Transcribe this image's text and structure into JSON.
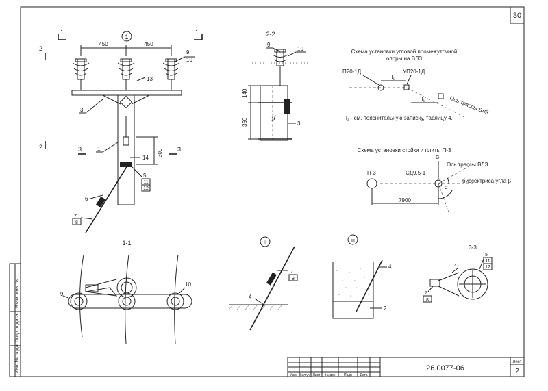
{
  "sheet": {
    "page_number": "30",
    "doc_code": "26.0077-06",
    "sheet_label": "Лист",
    "sheet_number": "2"
  },
  "title_block": {
    "columns": [
      "Изм",
      "Кол.уч",
      "Лист",
      "№ док",
      "Подп",
      "Дата"
    ]
  },
  "side_stamp": [
    "Инв. № подл.",
    "Подп. и дата",
    "Взам. инв. №"
  ],
  "views": {
    "main_mark": "1",
    "section_2_2": "2-2",
    "section_1_1": "1-1",
    "section_3_3": "3-3",
    "detail_2": "II",
    "detail_3": "III"
  },
  "cut_marks": {
    "cut1": "1",
    "cut2": "2",
    "cut3": "3"
  },
  "dimensions": {
    "span_left": "450",
    "span_right": "450",
    "height_300": "300",
    "d140": "140",
    "d360": "360",
    "d7900": "7900"
  },
  "callouts": {
    "c1": "1",
    "c2": "2",
    "c3": "3",
    "c4": "4",
    "c5": "5",
    "c6": "6",
    "c7": "7",
    "c8": "8",
    "c9": "9",
    "c10": "10",
    "c11": "11",
    "c12": "12",
    "c13": "13",
    "c14": "14"
  },
  "schemes": {
    "angle_title_1": "Схема установки угловой промежуточной",
    "angle_title_2": "опоры на ВЛЗ",
    "support_left": "П20-1Д",
    "support_right": "УП20-1Д",
    "route_axis": "Ось трассы ВЛЗ",
    "l1_label": "l₁",
    "note": "l₁ - см. пояснительную записку, таблицу 4.",
    "plate_title": "Схема установки стойки и плиты П-3",
    "plate_left": "П-3",
    "plate_center": "СД9,5-1",
    "route_axis_2": "Ось трассы ВЛЗ",
    "bisector": "биссектриса угла β",
    "alpha": "α",
    "g": "G"
  }
}
